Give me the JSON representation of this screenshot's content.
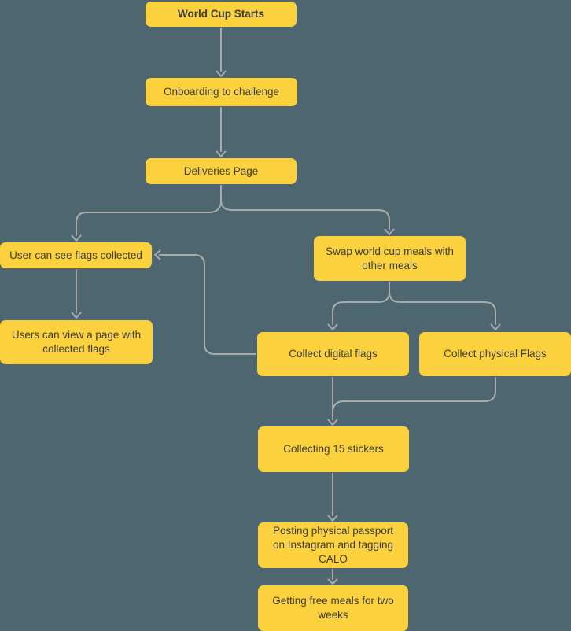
{
  "colors": {
    "background": "#4D6670",
    "node_fill": "#FBD23D",
    "node_text": "#3E3C36",
    "connector": "#A9ACAB"
  },
  "nodes": {
    "world_cup_starts": {
      "label": "World Cup Starts"
    },
    "onboarding": {
      "label": "Onboarding to challenge"
    },
    "deliveries_page": {
      "label": "Deliveries Page"
    },
    "user_can_see_flags": {
      "label": "User can see flags collected"
    },
    "swap_meals": {
      "label": "Swap world cup meals with other meals"
    },
    "users_view_page": {
      "label": "Users can view a page with collected flags"
    },
    "collect_digital_flags": {
      "label": "Collect digital flags"
    },
    "collect_physical_flags": {
      "label": "Collect physical Flags"
    },
    "collecting_15_stickers": {
      "label": "Collecting 15 stickers"
    },
    "posting_passport": {
      "label": "Posting physical passport on Instagram and tagging CALO"
    },
    "free_meals": {
      "label": "Getting free meals for two weeks"
    }
  },
  "edges": [
    {
      "from": "world_cup_starts",
      "to": "onboarding"
    },
    {
      "from": "onboarding",
      "to": "deliveries_page"
    },
    {
      "from": "deliveries_page",
      "to": "user_can_see_flags"
    },
    {
      "from": "deliveries_page",
      "to": "swap_meals"
    },
    {
      "from": "user_can_see_flags",
      "to": "users_view_page"
    },
    {
      "from": "swap_meals",
      "to": "collect_digital_flags"
    },
    {
      "from": "swap_meals",
      "to": "collect_physical_flags"
    },
    {
      "from": "collect_digital_flags",
      "to": "user_can_see_flags"
    },
    {
      "from": "collect_digital_flags",
      "to": "collecting_15_stickers"
    },
    {
      "from": "collect_physical_flags",
      "to": "collecting_15_stickers"
    },
    {
      "from": "collecting_15_stickers",
      "to": "posting_passport"
    },
    {
      "from": "posting_passport",
      "to": "free_meals"
    }
  ]
}
